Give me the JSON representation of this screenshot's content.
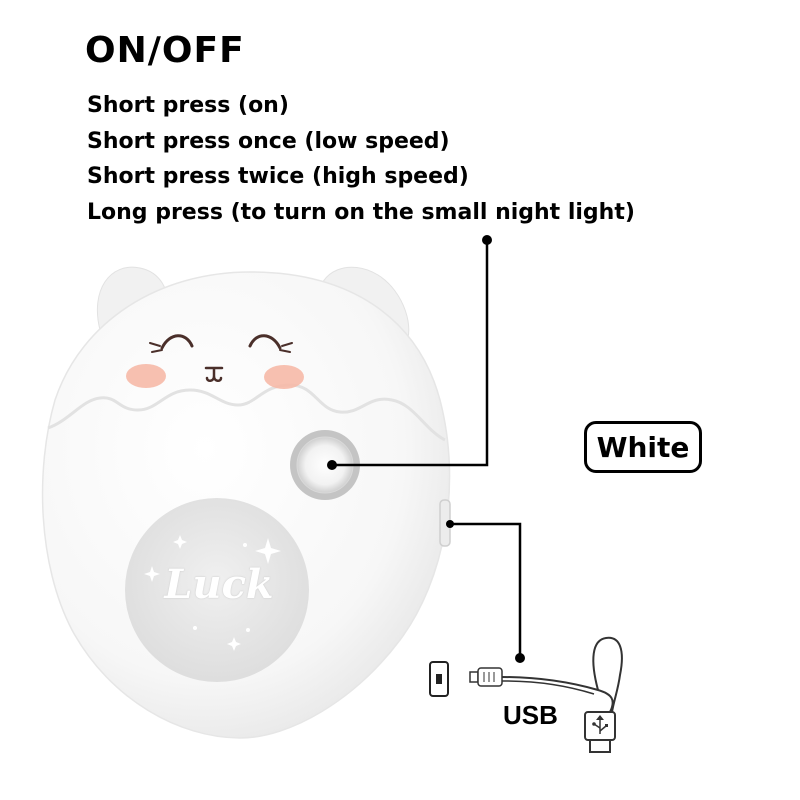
{
  "heading": "ON/OFF",
  "instructions": [
    "Short press (on)",
    "Short press once (low speed)",
    "Short press twice (high speed)",
    "Long press (to turn on the small night light)"
  ],
  "color_label": "White",
  "usb_label": "USB",
  "device_text": "Luck",
  "colors": {
    "device_body": "#f7f7f7",
    "front_panel": "#e6e6e6",
    "blush": "#f6b9a7",
    "button_ring": "#b9b9b9",
    "leader_line": "#000000"
  }
}
